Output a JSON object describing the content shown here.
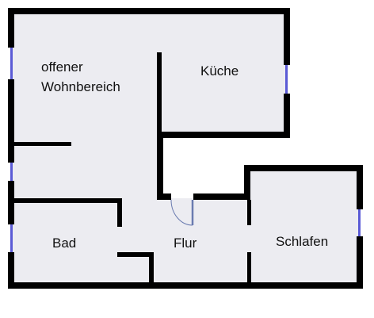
{
  "rooms": [
    {
      "id": "wohnbereich",
      "lines": [
        "offener",
        "Wohnbereich"
      ]
    },
    {
      "id": "kueche",
      "lines": [
        "Küche"
      ]
    },
    {
      "id": "bad",
      "lines": [
        "Bad"
      ]
    },
    {
      "id": "flur",
      "lines": [
        "Flur"
      ]
    },
    {
      "id": "schlafen",
      "lines": [
        "Schlafen"
      ]
    }
  ],
  "colors": {
    "floor": "#ececf1",
    "wall": "#000000",
    "window": "#5b5bd6",
    "door": "#6a7bb0"
  }
}
